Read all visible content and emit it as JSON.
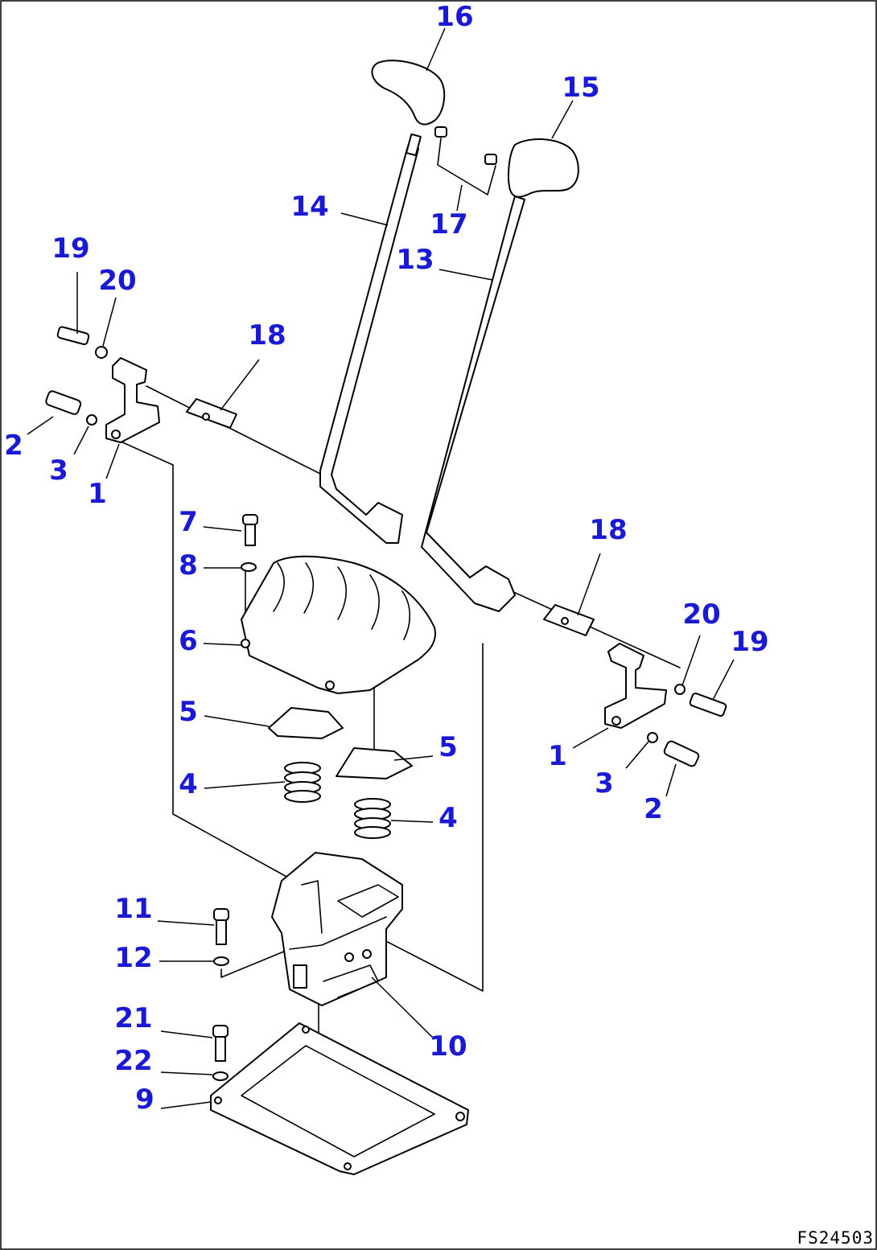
{
  "drawing_id": "FS24503",
  "callouts": {
    "c16": "16",
    "c15": "15",
    "c14": "14",
    "c17": "17",
    "c13": "13",
    "c19a": "19",
    "c20a": "20",
    "c18a": "18",
    "c2a": "2",
    "c3a": "3",
    "c1a": "1",
    "c7": "7",
    "c8": "8",
    "c6": "6",
    "c18b": "18",
    "c20b": "20",
    "c19b": "19",
    "c5a": "5",
    "c5b": "5",
    "c4a": "4",
    "c4b": "4",
    "c1b": "1",
    "c3b": "3",
    "c2b": "2",
    "c11": "11",
    "c12": "12",
    "c21": "21",
    "c22": "22",
    "c9": "9",
    "c10": "10"
  },
  "colors": {
    "callout": "#1a1ad6",
    "line": "#000000",
    "background": "#ffffff"
  }
}
